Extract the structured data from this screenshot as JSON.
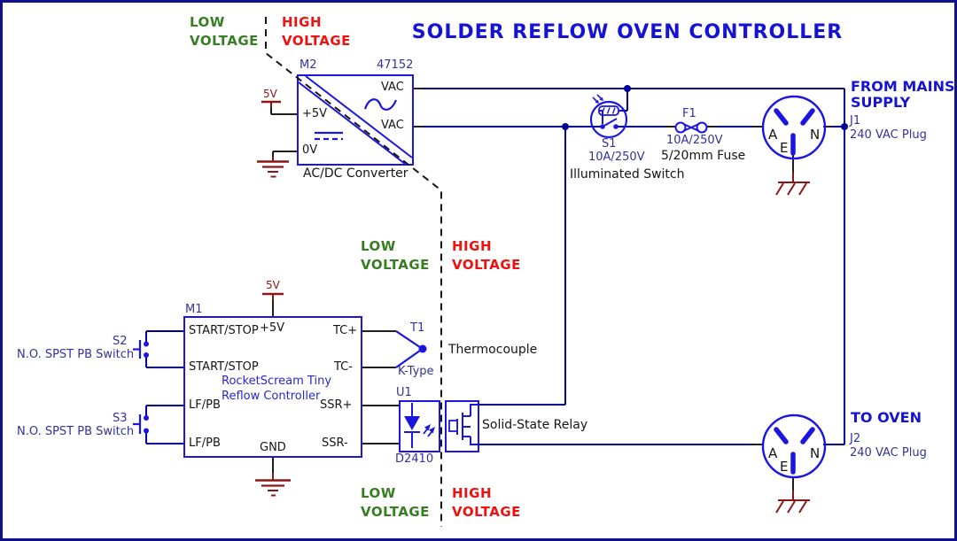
{
  "title": "SOLDER REFLOW OVEN CONTROLLER",
  "zones": {
    "low": "LOW",
    "high": "HIGH",
    "voltage": "VOLTAGE"
  },
  "colors": {
    "component_blue": "#1a16e0",
    "wire_blue": "#00009b",
    "label_blue": "#32329b",
    "note_blue": "#2727cf",
    "heading_blue": "#1414d2",
    "power_red": "#8c1616",
    "low_voltage_green": "#377d22",
    "high_voltage_red": "#ef1010",
    "text_black": "#151515",
    "border_blue": "#10108c"
  },
  "converter": {
    "ref": "M2",
    "value": "47152",
    "caption": "AC/DC Converter",
    "supply_label": "5V",
    "pins": {
      "plus5v": "+5V",
      "zero_v": "0V",
      "vac_top": "VAC",
      "vac_bottom": "VAC"
    }
  },
  "controller": {
    "ref": "M1",
    "name_line1": "RocketScream Tiny",
    "name_line2": "Reflow Controller",
    "supply_label": "5V",
    "pins": {
      "left": [
        "START/STOP",
        "START/STOP",
        "LF/PB",
        "LF/PB"
      ],
      "right": [
        "TC+",
        "TC-",
        "SSR+",
        "SSR-"
      ],
      "top": "+5V",
      "bottom": "GND"
    }
  },
  "switch_s1": {
    "ref": "S1",
    "rating": "10A/250V",
    "caption": "Illuminated Switch"
  },
  "fuse_f1": {
    "ref": "F1",
    "rating": "10A/250V",
    "caption": "5/20mm Fuse"
  },
  "switch_s2": {
    "ref": "S2",
    "desc": "N.O. SPST PB Switch"
  },
  "switch_s3": {
    "ref": "S3",
    "desc": "N.O. SPST PB Switch"
  },
  "thermocouple_t1": {
    "ref": "T1",
    "type": "K-Type",
    "caption": "Thermocouple"
  },
  "ssr_u1": {
    "ref": "U1",
    "value": "D2410",
    "caption": "Solid-State Relay"
  },
  "plug_j1": {
    "ref": "J1",
    "value": "240 VAC Plug",
    "caption_line1": "FROM MAINS",
    "caption_line2": "SUPPLY",
    "pin_a": "A",
    "pin_n": "N",
    "pin_e": "E"
  },
  "plug_j2": {
    "ref": "J2",
    "value": "240 VAC Plug",
    "caption": "TO OVEN",
    "pin_a": "A",
    "pin_n": "N",
    "pin_e": "E"
  }
}
